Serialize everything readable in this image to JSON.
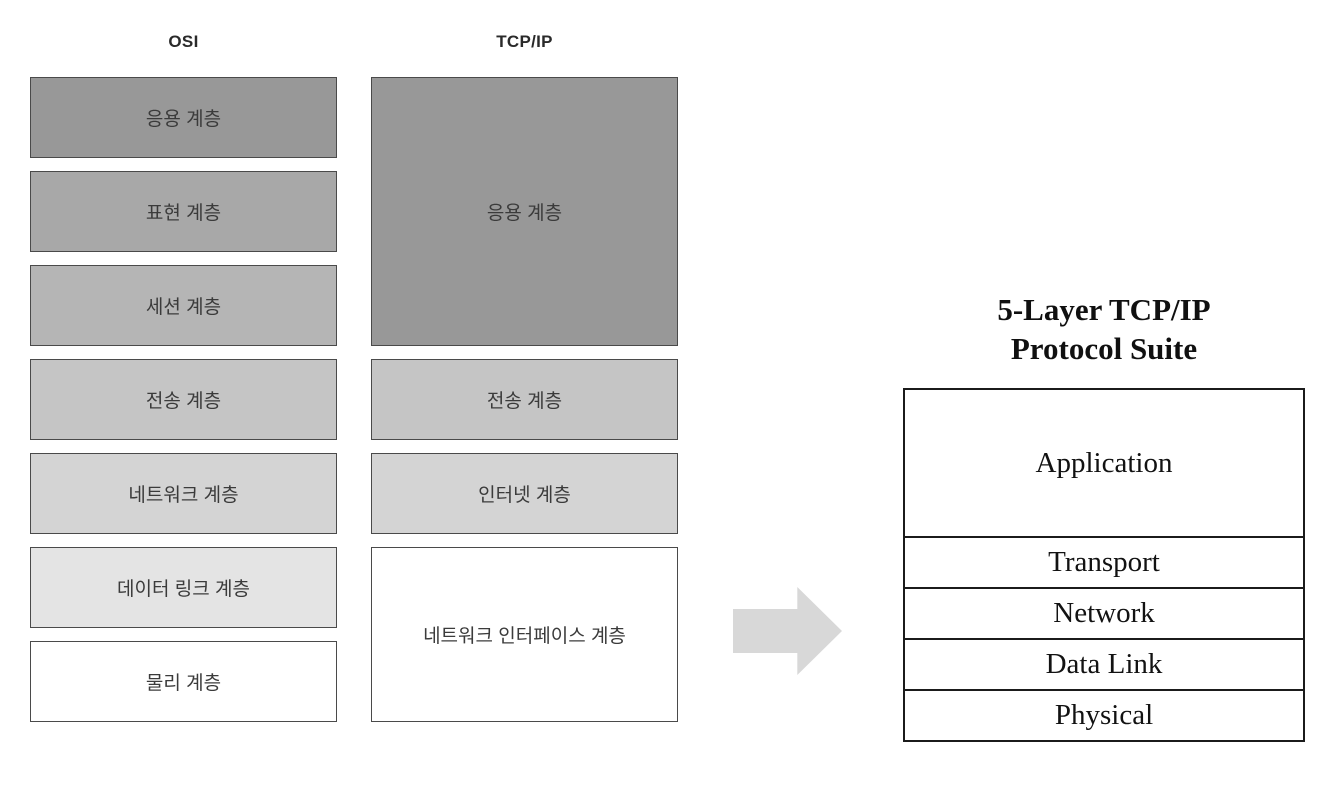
{
  "page": {
    "background": "#ffffff"
  },
  "osi": {
    "title": "OSI",
    "layers": [
      {
        "label": "응용 계층",
        "color": "#989898"
      },
      {
        "label": "표현 계층",
        "color": "#a8a8a8"
      },
      {
        "label": "세션 계층",
        "color": "#b5b5b5"
      },
      {
        "label": "전송 계층",
        "color": "#c5c5c5"
      },
      {
        "label": "네트워크 계층",
        "color": "#d4d4d4"
      },
      {
        "label": "데이터 링크 계층",
        "color": "#e4e4e4"
      },
      {
        "label": "물리 계층",
        "color": "#ffffff"
      }
    ]
  },
  "tcpip": {
    "title": "TCP/IP",
    "layers": [
      {
        "label": "응용 계층",
        "color": "#989898",
        "span": 3
      },
      {
        "label": "전송 계층",
        "color": "#c5c5c5",
        "span": 1
      },
      {
        "label": "인터넷 계층",
        "color": "#d4d4d4",
        "span": 1
      },
      {
        "label": "네트워크 인터페이스 계층",
        "color": "#ffffff",
        "span": 2
      }
    ]
  },
  "arrow": {
    "direction": "right",
    "color": "#d8d8d8"
  },
  "suite": {
    "title_line1": "5-Layer TCP/IP",
    "title_line2": "Protocol Suite",
    "layers": [
      "Application",
      "Transport",
      "Network",
      "Data Link",
      "Physical"
    ]
  }
}
